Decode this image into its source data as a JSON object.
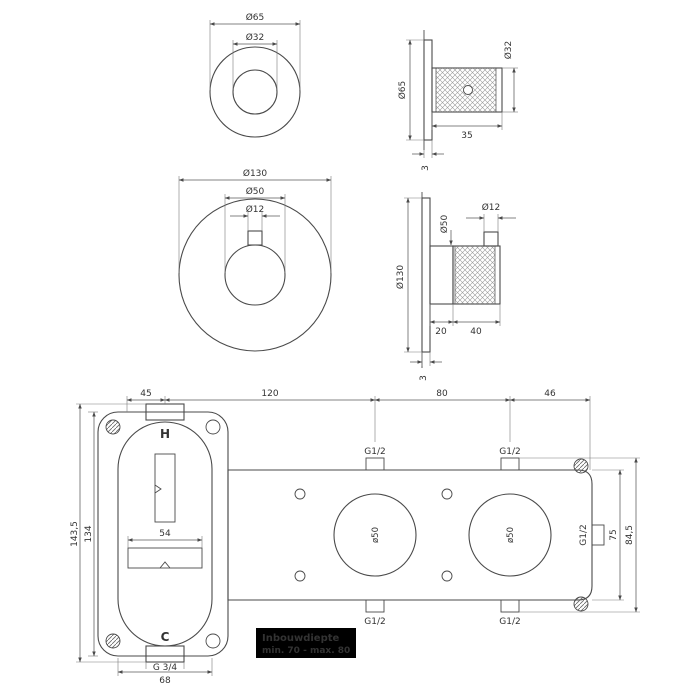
{
  "colors": {
    "hot": "#d42a1f",
    "cold": "#1f2bd4",
    "label_bg": "#000000",
    "label_title": "#e8332a",
    "label_text": "#ffffff"
  },
  "handle_front": {
    "dia_outer": "Ø65",
    "dia_inner": "Ø32"
  },
  "handle_side": {
    "dia_plate": "Ø65",
    "dia_handle": "Ø32",
    "length": "35",
    "plate_thickness": "3"
  },
  "trim_front": {
    "dia_plate": "Ø130",
    "dia_body": "Ø50",
    "dia_stem": "Ø12"
  },
  "trim_side": {
    "dia_plate": "Ø130",
    "dia_body": "Ø50",
    "dia_stem": "Ø12",
    "len_smooth": "20",
    "len_knurl": "40",
    "plate_thickness": "3"
  },
  "rough_in": {
    "dim_top_1": "45",
    "dim_top_2": "120",
    "dim_top_3": "80",
    "dim_top_4": "46",
    "dim_left_outer": "143,5",
    "dim_left_inner": "134",
    "dim_right_outer": "84,5",
    "dim_right_inner": "75",
    "hot_label": "H",
    "cold_label": "C",
    "slot_width": "54",
    "valve_dia": "ø50",
    "thread_outlet": "G1/2",
    "thread_supply": "G 3/4",
    "supply_width": "68",
    "depth_title": "Inbouwdiepte",
    "depth_range": "min. 70 - max. 80"
  }
}
